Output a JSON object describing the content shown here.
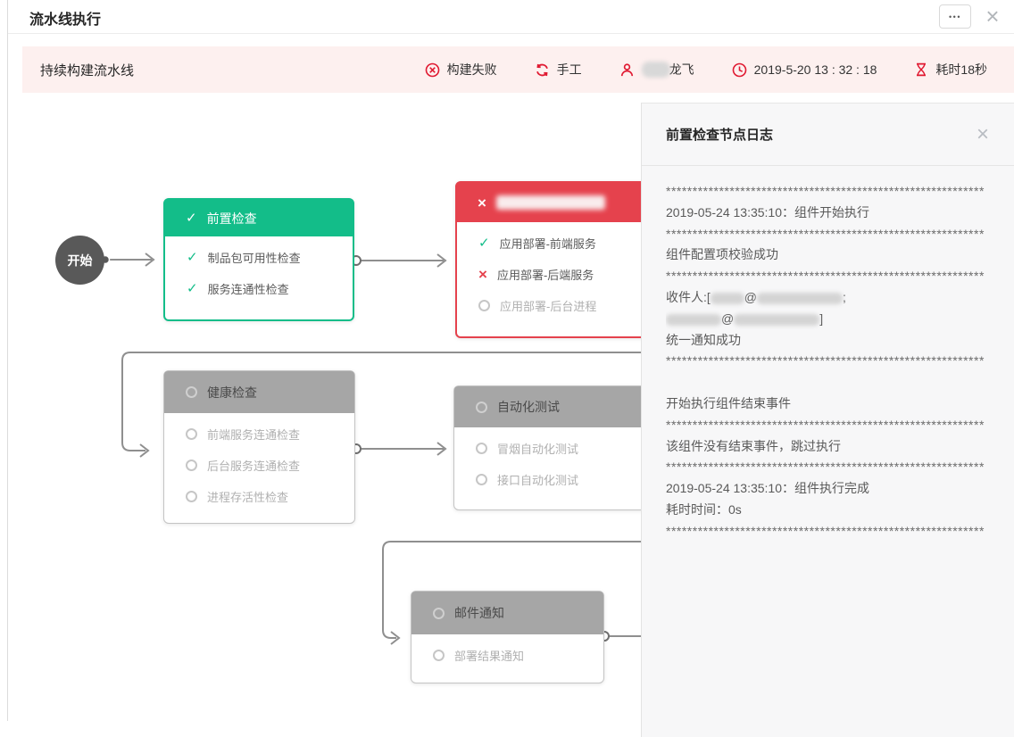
{
  "page": {
    "title": "流水线执行"
  },
  "toolbar": {
    "more_label": "•••",
    "close_label": "×"
  },
  "status_bar": {
    "pipeline_name": "持续构建流水线",
    "result_label": "构建失败",
    "trigger_label": "手工",
    "executor_visible": "龙飞",
    "time": "2019-5-20 13 : 32 : 18",
    "duration": "耗时18秒"
  },
  "pipeline": {
    "start_label": "开始",
    "nodes": {
      "precheck": {
        "title": "前置检查",
        "items": [
          {
            "label": "制品包可用性检查"
          },
          {
            "label": "服务连通性检查"
          }
        ]
      },
      "deploy": {
        "title": "",
        "items": [
          {
            "label": "应用部署-前端服务"
          },
          {
            "label": "应用部署-后端服务"
          },
          {
            "label": "应用部署-后台进程"
          }
        ]
      },
      "health": {
        "title": "健康检查",
        "items": [
          {
            "label": "前端服务连通检查"
          },
          {
            "label": "后台服务连通检查"
          },
          {
            "label": "进程存活性检查"
          }
        ]
      },
      "autotest": {
        "title": "自动化测试",
        "items": [
          {
            "label": "冒烟自动化测试"
          },
          {
            "label": "接口自动化测试"
          }
        ]
      },
      "mail": {
        "title": "邮件通知",
        "items": [
          {
            "label": "部署结果通知"
          }
        ]
      }
    }
  },
  "log_panel": {
    "title": "前置检查节点日志",
    "close_label": "×",
    "stars": "************************************************************",
    "lines": {
      "start": "2019-05-24 13:35:10：组件开始执行",
      "config_ok": "组件配置项校验成功",
      "recipient_prefix": "收件人:[",
      "recipient_at1": "@",
      "recipient_sep": ";",
      "recipient_at2": "@",
      "recipient_suffix": "]",
      "notify_ok": "统一通知成功",
      "end_event_start": "开始执行组件结束事件",
      "no_end_event": "该组件没有结束事件，跳过执行",
      "complete": "2019-05-24 13:35:10：组件执行完成",
      "elapsed": "耗时时间：0s"
    }
  },
  "colors": {
    "success_green": "#13bd89",
    "fail_red": "#e5424d",
    "icon_red": "#e01931",
    "pending_gray": "#a6a6a6",
    "statusbar_pink": "#fdf0ef",
    "line_gray": "#8f8f8f"
  }
}
